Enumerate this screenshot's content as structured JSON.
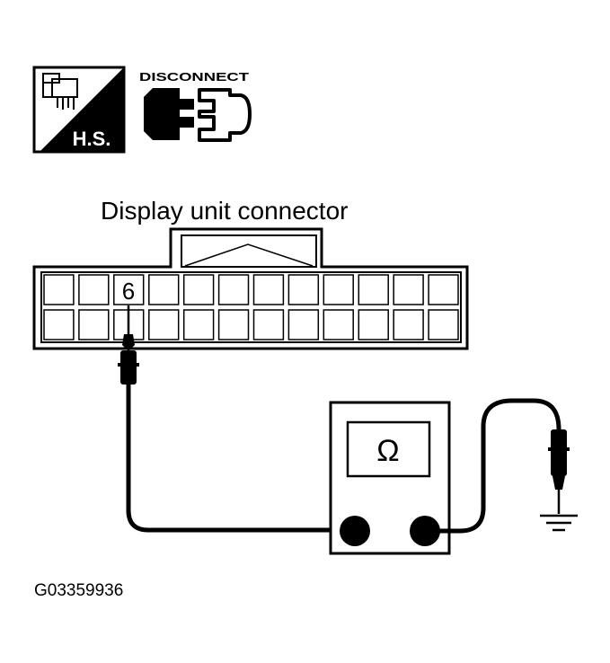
{
  "icons": {
    "hs_label": "H.S.",
    "disconnect_label": "DISCONNECT"
  },
  "connector": {
    "title": "Display unit connector",
    "pin_label": "6"
  },
  "meter": {
    "symbol": "Ω"
  },
  "figure_id": "G03359936"
}
